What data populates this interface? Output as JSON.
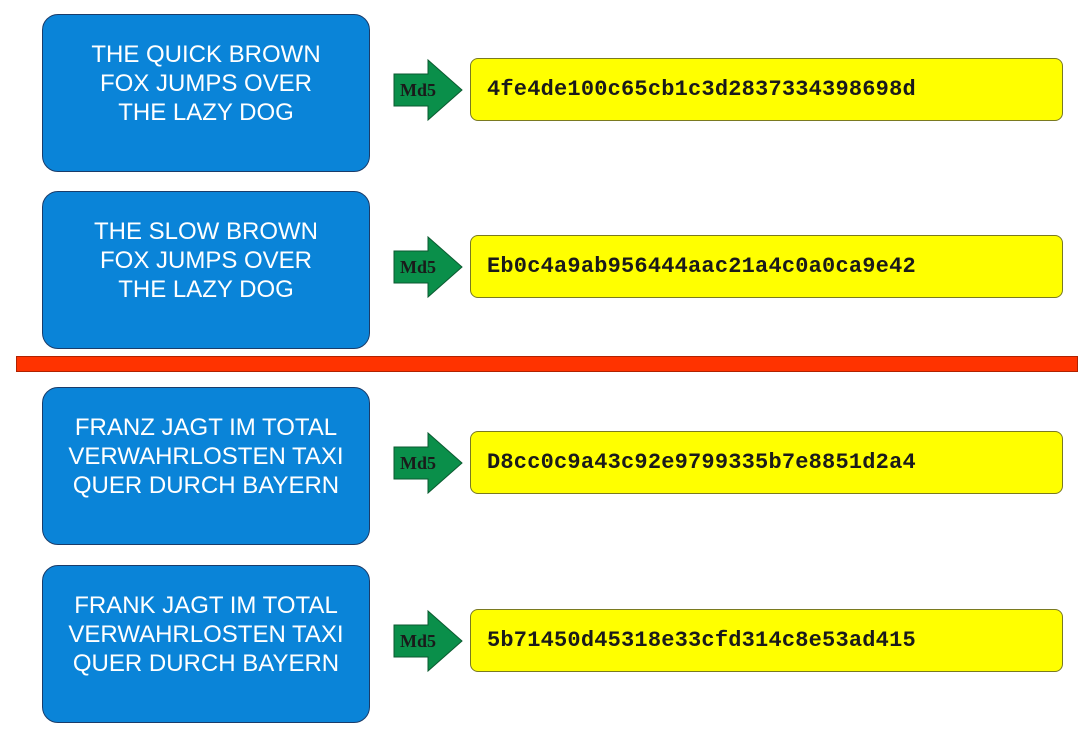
{
  "arrow_label": "Md5",
  "colors": {
    "input_box": "#0a84d8",
    "hash_box": "#ffff00",
    "arrow": "#0a8f4a",
    "divider": "#ff3300"
  },
  "rows": [
    {
      "input_lines": [
        "THE QUICK BROWN",
        "FOX JUMPS OVER",
        "THE LAZY DOG"
      ],
      "hash": "4fe4de100c65cb1c3d2837334398698d"
    },
    {
      "input_lines": [
        "THE SLOW BROWN",
        "FOX JUMPS OVER",
        "THE LAZY DOG"
      ],
      "hash": "Eb0c4a9ab956444aac21a4c0a0ca9e42"
    },
    {
      "input_lines": [
        "FRANZ JAGT IM TOTAL",
        "VERWAHRLOSTEN TAXI",
        "QUER DURCH BAYERN"
      ],
      "hash": "D8cc0c9a43c92e9799335b7e8851d2a4"
    },
    {
      "input_lines": [
        "FRANK JAGT IM TOTAL",
        "VERWAHRLOSTEN TAXI",
        "QUER DURCH BAYERN"
      ],
      "hash": "5b71450d45318e33cfd314c8e53ad415"
    }
  ]
}
